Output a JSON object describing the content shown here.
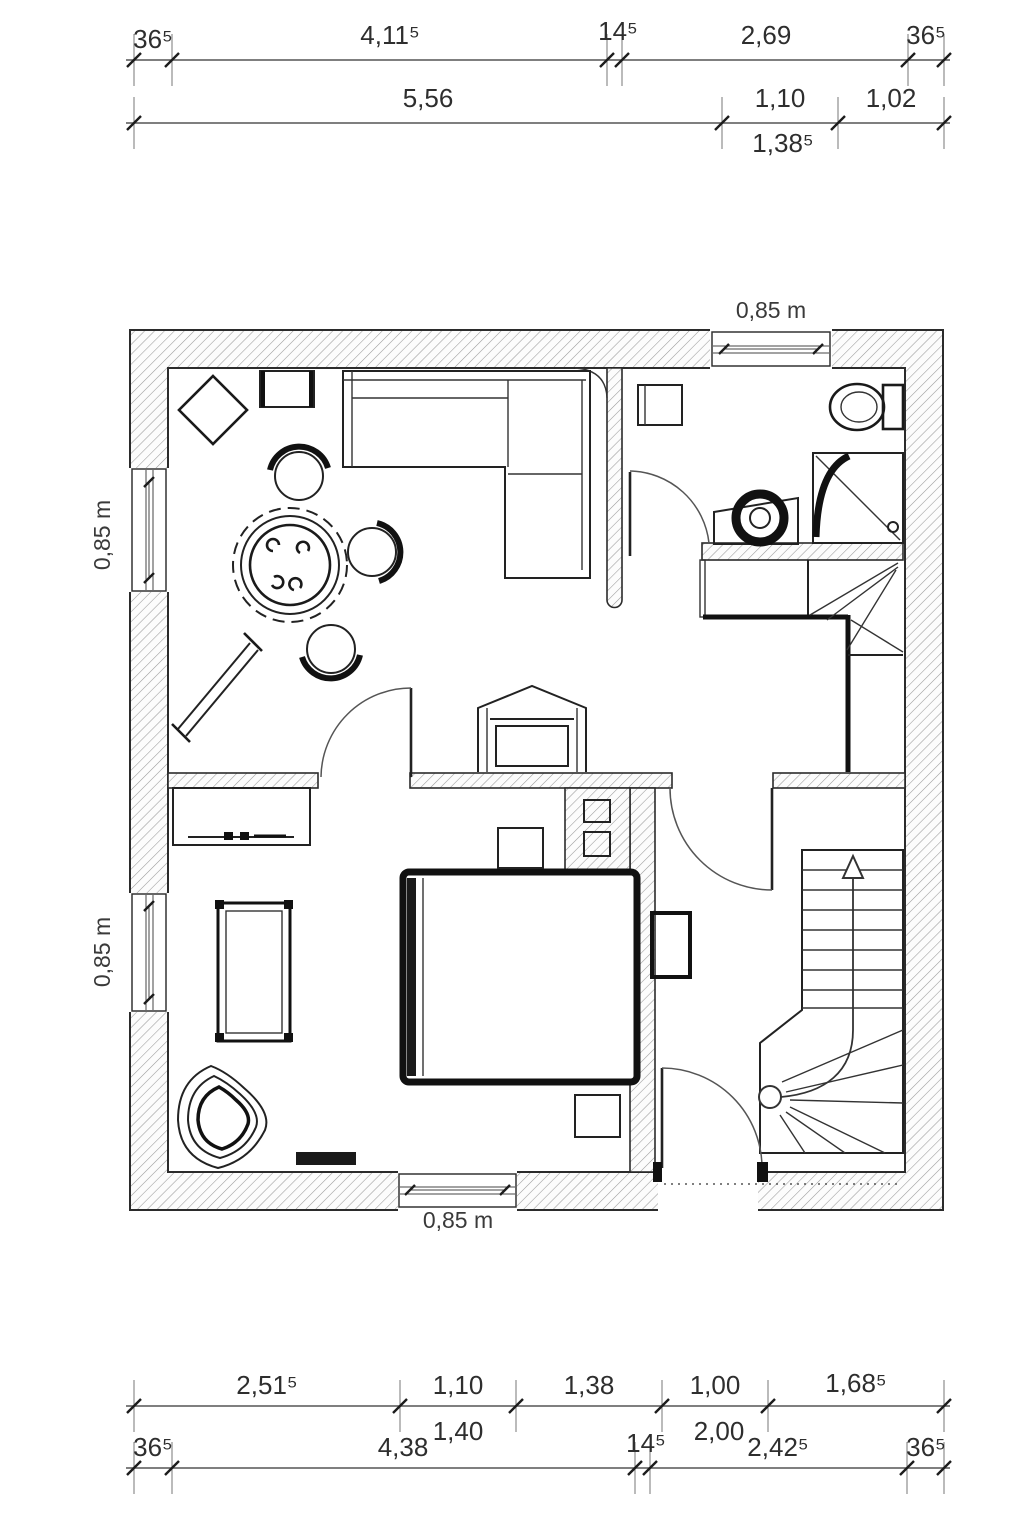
{
  "floorplan": {
    "windows": {
      "top": "0,85 m",
      "left_upper": "0,85 m",
      "left_lower": "0,85 m",
      "bottom": "0,85 m"
    },
    "dim_top": {
      "row1": [
        "36⁵",
        "4,11⁵",
        "14⁵",
        "2,69",
        "36⁵"
      ],
      "row2": [
        "5,56",
        "1,10",
        "1,02"
      ],
      "row2_sub": "1,38⁵"
    },
    "dim_bottom": {
      "row1": [
        "2,51⁵",
        "1,10",
        "1,38",
        "1,00",
        "1,68⁵"
      ],
      "row1_sub": [
        "1,40",
        "2,00"
      ],
      "row2": [
        "36⁵",
        "4,38",
        "14⁵",
        "2,42⁵",
        "36⁵"
      ]
    }
  }
}
